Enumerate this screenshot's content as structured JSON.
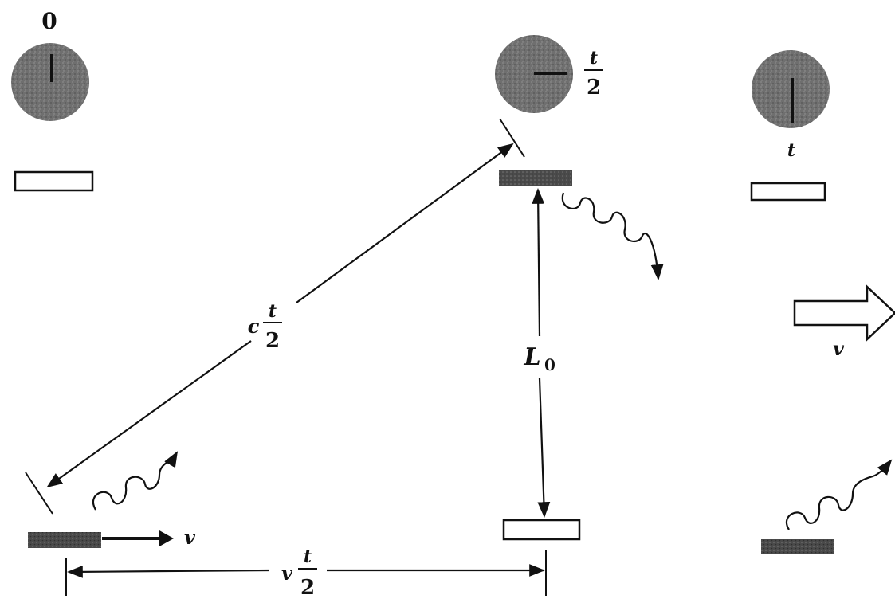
{
  "clocks": [
    {
      "label": "0"
    },
    {
      "label_num": "t",
      "label_den": "2"
    },
    {
      "label": "t"
    }
  ],
  "labels": {
    "diagonal_prefix": "c",
    "diagonal_num": "t",
    "diagonal_den": "2",
    "vertical_main": "L",
    "vertical_sub": "0",
    "horizontal_prefix": "v",
    "horizontal_num": "t",
    "horizontal_den": "2",
    "velocity_small": "v",
    "velocity_big": "v"
  },
  "colors": {
    "ink": "#111111",
    "clock_face": "#6f6f6f",
    "dark_block": "#4a4a4a"
  }
}
